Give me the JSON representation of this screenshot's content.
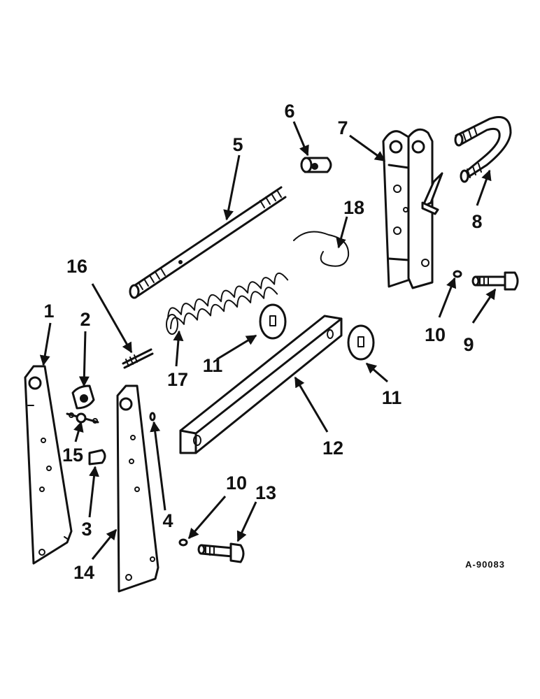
{
  "diagram": {
    "reference_code": "A-90083",
    "callouts": [
      "1",
      "2",
      "3",
      "4",
      "5",
      "6",
      "7",
      "8",
      "9",
      "10",
      "10",
      "11",
      "11",
      "12",
      "13",
      "14",
      "15",
      "16",
      "17",
      "18"
    ]
  }
}
